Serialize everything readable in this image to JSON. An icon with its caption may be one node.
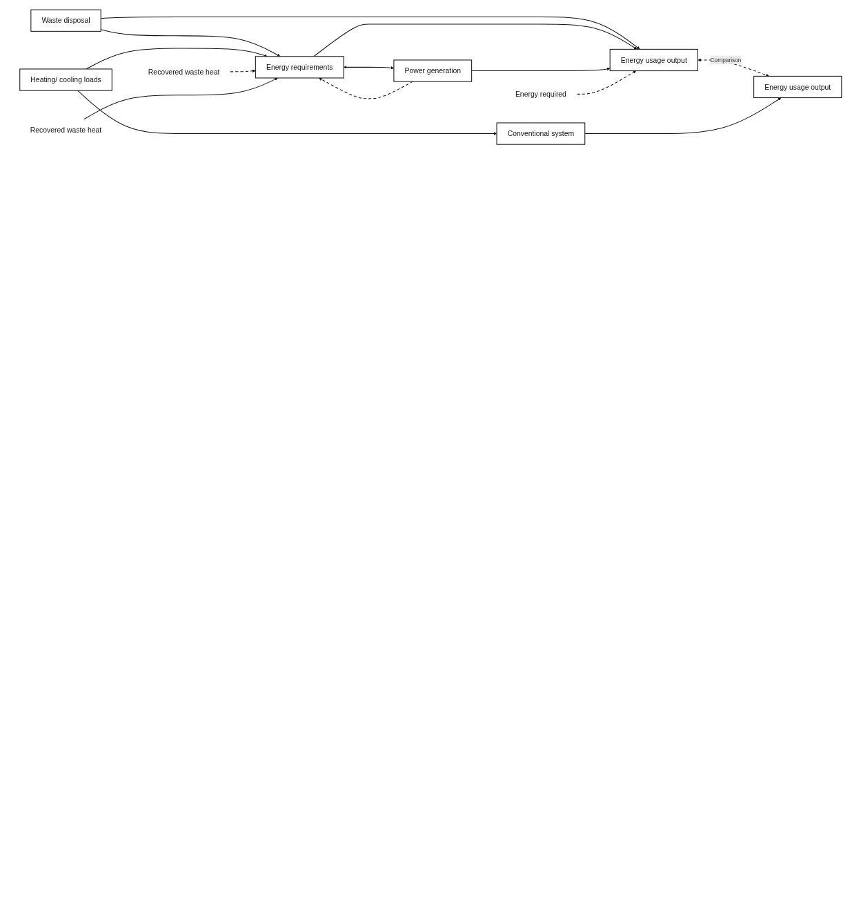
{
  "diagram": {
    "nodes": [
      {
        "text": [
          "Waste disposal"
        ]
      },
      {
        "text": [
          "Heating/ cooling loads"
        ]
      },
      {
        "text": [
          "Energy requirements"
        ]
      },
      {
        "text": [
          "Power generation"
        ]
      },
      {
        "text": [
          "Energy usage output"
        ]
      },
      {
        "text": [
          "Conventional system"
        ]
      },
      {
        "text": [
          "Energy usage output"
        ]
      },
      {
        "text": [
          "Recovered waste heat"
        ]
      },
      {
        "text": [
          "Energy required"
        ]
      },
      {
        "text": [
          "Recovered waste heat"
        ]
      }
    ],
    "edges": [
      {
        "from": 0,
        "to": 2,
        "arrow": "to"
      },
      {
        "from": 0,
        "to": 4,
        "arrow": "to"
      },
      {
        "from": 1,
        "to": 2,
        "arrow": "to"
      },
      {
        "from": 1,
        "to": 5,
        "arrow": "to"
      },
      {
        "from": 2,
        "to": 4,
        "arrow": "to"
      },
      {
        "from": 3,
        "to": 4,
        "arrow": "to"
      },
      {
        "from": 3,
        "to": 2,
        "arrow": "to",
        "style": "dashed"
      },
      {
        "from": 2,
        "to": 3,
        "arrow": "both"
      },
      {
        "from": 4,
        "to": 6,
        "arrow": "both",
        "style": "dashed",
        "label": "Comparison"
      },
      {
        "from": 5,
        "to": 6,
        "arrow": "to"
      },
      {
        "from": 7,
        "to": 2,
        "arrow": "to",
        "style": "dashed"
      },
      {
        "from": 8,
        "to": 4,
        "arrow": "to",
        "style": "dashed"
      },
      {
        "from": 9,
        "to": 2,
        "arrow": "to"
      }
    ]
  }
}
